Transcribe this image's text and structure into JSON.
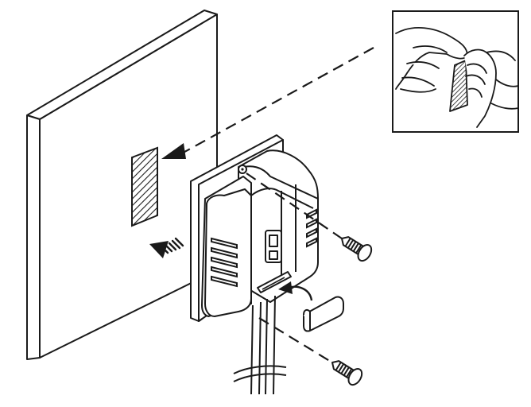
{
  "diagram": {
    "kind": "wall-mount installation illustration",
    "style": "black line art on white",
    "colors": {
      "line": "#1a1a1a",
      "background": "#ffffff",
      "fill": "#ffffff"
    },
    "parts": [
      {
        "id": "wall-panel",
        "icon": "wall-panel-icon"
      },
      {
        "id": "adhesive-pad",
        "icon": "adhesive-pad-icon",
        "pattern": "diagonal-hatch"
      },
      {
        "id": "inset-peel-backing",
        "icon": "hands-peeling-tape-icon"
      },
      {
        "id": "device-housing",
        "icon": "device-box-icon"
      },
      {
        "id": "mounting-plate",
        "icon": "mounting-plate-icon"
      },
      {
        "id": "screw-upper",
        "icon": "screw-icon"
      },
      {
        "id": "screw-lower",
        "icon": "screw-icon"
      },
      {
        "id": "cable-clip",
        "icon": "cable-clip-icon"
      },
      {
        "id": "cable",
        "icon": "cable-icon"
      }
    ],
    "arrows": [
      {
        "id": "inset-to-pad",
        "style": "dashed"
      },
      {
        "id": "press-to-wall",
        "style": "striped"
      },
      {
        "id": "clip-insert",
        "style": "curved"
      },
      {
        "id": "screw-upper-path",
        "style": "dashed"
      },
      {
        "id": "screw-lower-path",
        "style": "dashed"
      }
    ]
  }
}
